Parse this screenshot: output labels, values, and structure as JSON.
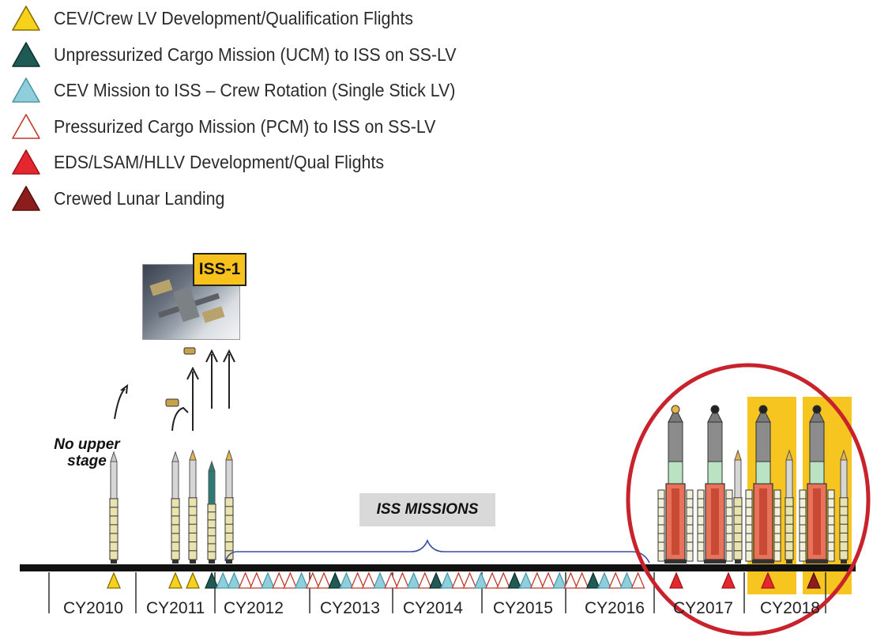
{
  "legend": [
    {
      "label": "CEV/Crew LV Development/Qualification Flights",
      "fill": "#f6d21c",
      "stroke": "#8a6d00",
      "icon": "yellow-triangle-icon"
    },
    {
      "label": "Unpressurized Cargo Mission (UCM) to ISS on SS-LV",
      "fill": "#1f5a55",
      "stroke": "#0f3330",
      "icon": "dark-teal-triangle-icon"
    },
    {
      "label": "CEV Mission to ISS – Crew Rotation (Single Stick LV)",
      "fill": "#8fcfdc",
      "stroke": "#4f98a8",
      "icon": "light-blue-triangle-icon"
    },
    {
      "label": "Pressurized Cargo Mission (PCM) to ISS on SS-LV",
      "fill": "#ffffff",
      "stroke": "#c0392b",
      "icon": "open-red-triangle-icon"
    },
    {
      "label": "EDS/LSAM/HLLV Development/Qual Flights",
      "fill": "#e4262f",
      "stroke": "#a3141b",
      "icon": "red-triangle-icon"
    },
    {
      "label": "Crewed Lunar Landing",
      "fill": "#8b1d1d",
      "stroke": "#5a0f0f",
      "icon": "dark-red-triangle-icon"
    }
  ],
  "iss_badge": "ISS-1",
  "no_upper_stage": "No upper stage",
  "iss_missions": "ISS MISSIONS",
  "years": [
    "CY2010",
    "CY2011",
    "CY2012",
    "CY2013",
    "CY2014",
    "CY2015",
    "CY2016",
    "CY2017",
    "CY2018"
  ],
  "colors": {
    "highlight": "#f7c520",
    "circle": "#c8232c",
    "brace": "#3a4fa0"
  },
  "flight_markers": [
    "yellow",
    "yellow",
    "yellow",
    "dark-teal",
    "light-blue",
    "light-blue",
    "open-red",
    "open-red",
    "light-blue",
    "open-red",
    "open-red",
    "light-blue",
    "open-red",
    "open-red",
    "dark-teal",
    "light-blue",
    "open-red",
    "open-red",
    "light-blue",
    "open-red",
    "open-red",
    "light-blue",
    "open-red",
    "dark-teal",
    "light-blue",
    "open-red",
    "open-red",
    "light-blue",
    "open-red",
    "open-red",
    "dark-teal",
    "light-blue",
    "open-red",
    "open-red",
    "light-blue",
    "open-red",
    "open-red",
    "dark-teal",
    "light-blue",
    "open-red",
    "light-blue",
    "open-red",
    "red",
    "red",
    "red",
    "dark-red"
  ]
}
